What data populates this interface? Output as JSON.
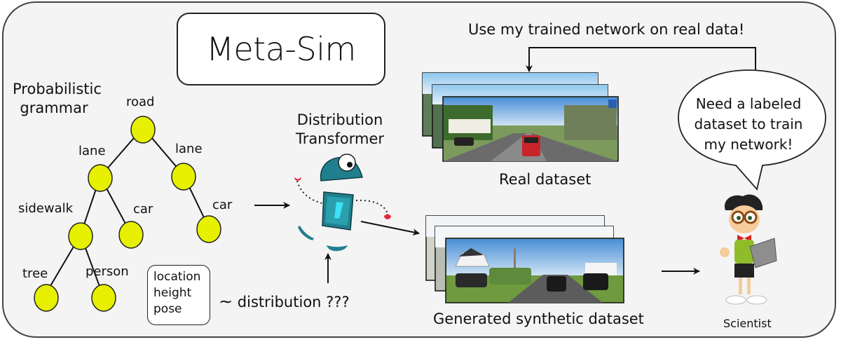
{
  "title": "Meta-Sim",
  "grammar": {
    "heading_line1": "Probabilistic",
    "heading_line2": "grammar",
    "nodes": [
      {
        "label": "road"
      },
      {
        "label": "lane"
      },
      {
        "label": "lane"
      },
      {
        "label": "sidewalk"
      },
      {
        "label": "car"
      },
      {
        "label": "car"
      },
      {
        "label": "tree"
      },
      {
        "label": "person"
      }
    ],
    "attributes": [
      "location",
      "height",
      "pose"
    ],
    "node_color": "#e6f000"
  },
  "distribution": {
    "label": "~ distribution ???",
    "tilde": "∼",
    "text": "distribution ???"
  },
  "transformer": {
    "label_line1": "Distribution",
    "label_line2": "Transformer",
    "robot_color": "#1f7f8c"
  },
  "real_dataset": {
    "label": "Real dataset"
  },
  "synthetic_dataset": {
    "label": "Generated synthetic dataset"
  },
  "feedback": {
    "label": "Use my trained network on real data!"
  },
  "scientist": {
    "label": "Scientist",
    "speech_line1": "Need a labeled",
    "speech_line2": "dataset to train",
    "speech_line3": "my network!"
  }
}
